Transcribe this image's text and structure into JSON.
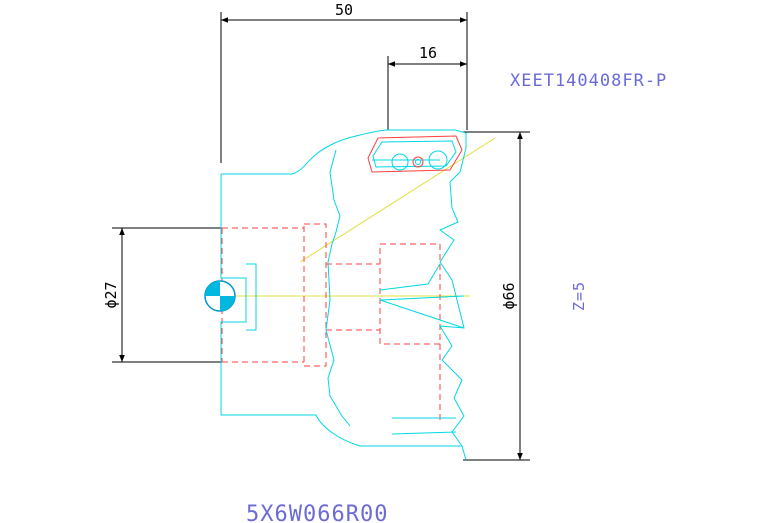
{
  "dimensions": {
    "overall_length": "50",
    "insert_offset": "16",
    "bore_diameter": "ϕ27",
    "cutter_diameter": "ϕ66"
  },
  "labels": {
    "insert_code": "XEET140408FR-P",
    "teeth_count": "Z=5",
    "tool_code": "5X6W066R00"
  },
  "colors": {
    "outline": "#00d8e6",
    "hidden": "#ff4040",
    "centerline": "#e0e040",
    "dimension": "#000000",
    "annotation": "#6b6bd8"
  }
}
